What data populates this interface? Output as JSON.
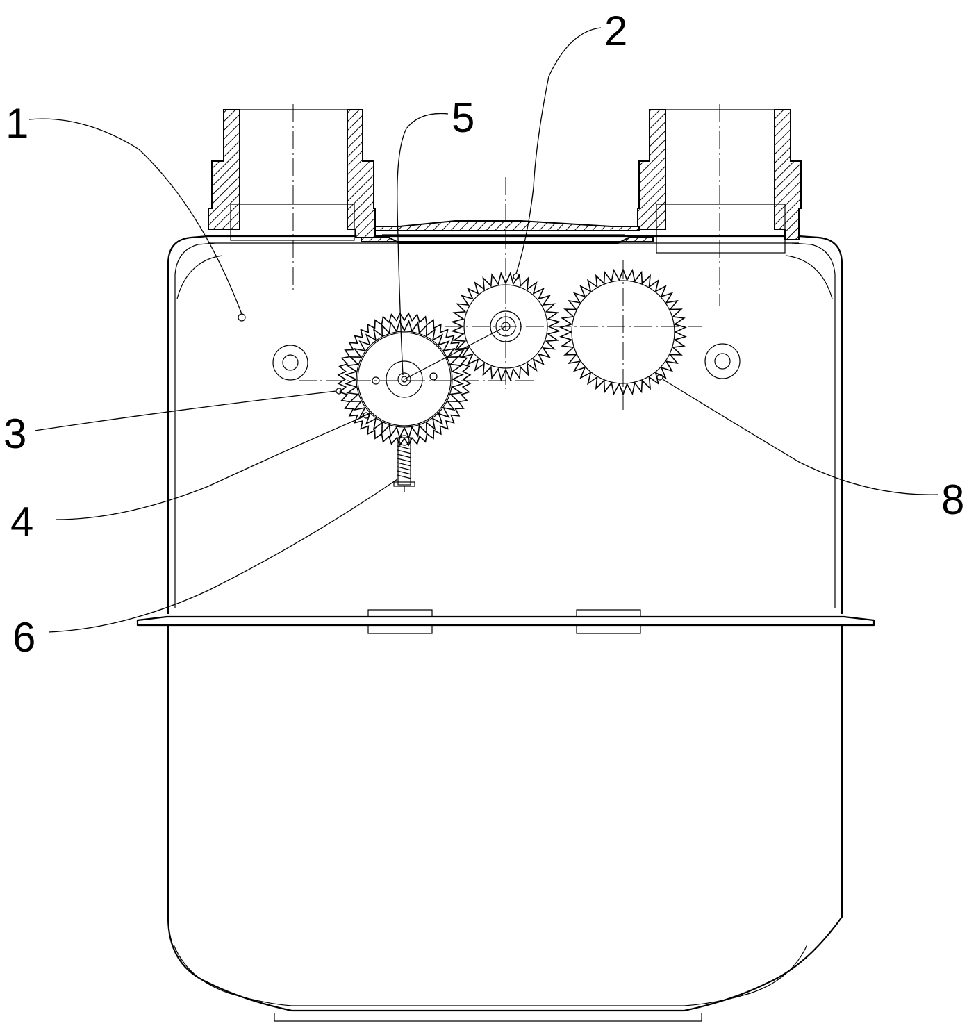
{
  "callouts": [
    {
      "id": "1",
      "label": "1"
    },
    {
      "id": "2",
      "label": "2"
    },
    {
      "id": "3",
      "label": "3"
    },
    {
      "id": "4",
      "label": "4"
    },
    {
      "id": "5",
      "label": "5"
    },
    {
      "id": "6",
      "label": "6"
    },
    {
      "id": "8",
      "label": "8"
    }
  ]
}
